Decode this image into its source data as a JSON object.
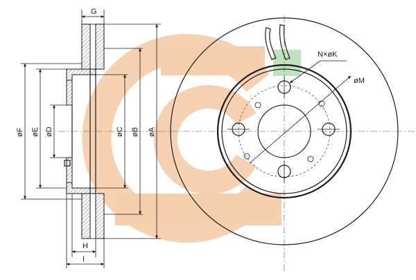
{
  "labels": {
    "G": "G",
    "F": "øF",
    "E": "øE",
    "D": "øD",
    "C": "øC",
    "B": "øB",
    "A": "øA",
    "H": "H",
    "I": "I",
    "holes": "N×øK",
    "M": "øM"
  },
  "colors": {
    "watermark_orange": "#f6cfae",
    "watermark_green": "#bfe3bf",
    "line": "#1a1a1a"
  }
}
